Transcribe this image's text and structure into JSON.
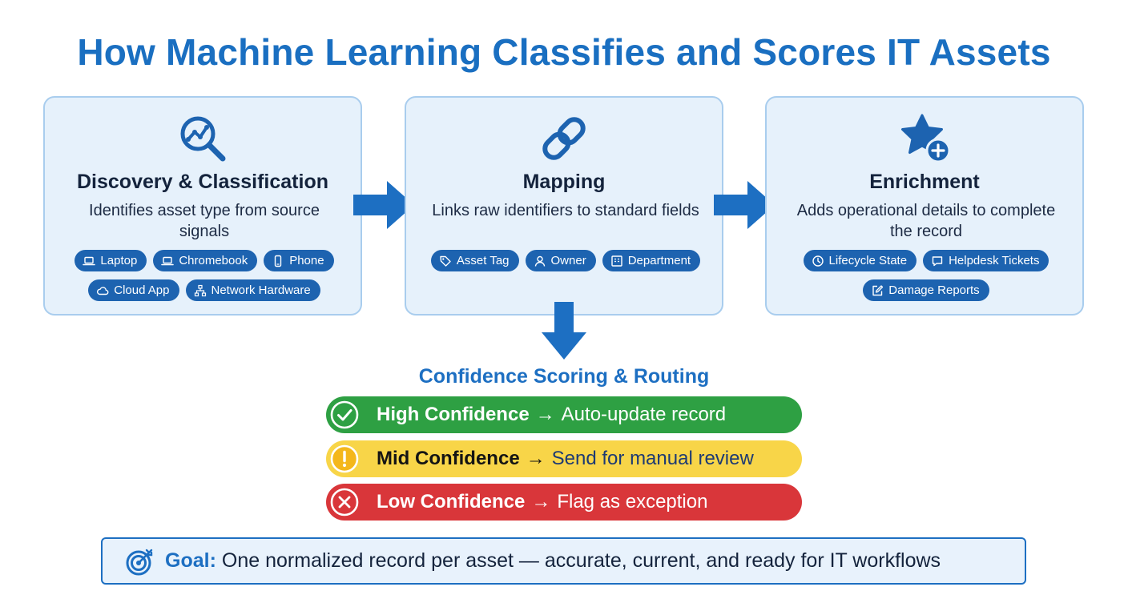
{
  "title": "How Machine Learning Classifies and Scores IT Assets",
  "colors": {
    "accent": "#1a6fc1",
    "card_bg": "#e6f1fb",
    "card_border": "#a9cdee",
    "tag_bg": "#1d63b0",
    "high": "#2ea043",
    "mid": "#f8d548",
    "low": "#d9363a"
  },
  "stages": [
    {
      "icon": "magnifier-chart-icon",
      "title": "Discovery & Classification",
      "description": "Identifies asset type from source signals",
      "tags": [
        {
          "icon": "laptop-icon",
          "label": "Laptop"
        },
        {
          "icon": "laptop-icon",
          "label": "Chromebook"
        },
        {
          "icon": "phone-icon",
          "label": "Phone"
        },
        {
          "icon": "cloud-icon",
          "label": "Cloud App"
        },
        {
          "icon": "network-icon",
          "label": "Network Hardware"
        }
      ]
    },
    {
      "icon": "link-icon",
      "title": "Mapping",
      "description": "Links raw identifiers to standard fields",
      "tags": [
        {
          "icon": "tag-icon",
          "label": "Asset Tag"
        },
        {
          "icon": "user-icon",
          "label": "Owner"
        },
        {
          "icon": "building-icon",
          "label": "Department"
        }
      ]
    },
    {
      "icon": "star-plus-icon",
      "title": "Enrichment",
      "description": "Adds operational details to complete the record",
      "tags": [
        {
          "icon": "clock-icon",
          "label": "Lifecycle State"
        },
        {
          "icon": "chat-icon",
          "label": "Helpdesk Tickets"
        },
        {
          "icon": "edit-icon",
          "label": "Damage Reports"
        }
      ]
    }
  ],
  "scoring": {
    "title": "Confidence Scoring & Routing",
    "levels": [
      {
        "icon": "check-circle-icon",
        "level": "High Confidence",
        "arrow": "→",
        "action": "Auto-update record"
      },
      {
        "icon": "warning-circle-icon",
        "level": "Mid Confidence",
        "arrow": "→",
        "action": "Send for manual review"
      },
      {
        "icon": "x-circle-icon",
        "level": "Low Confidence",
        "arrow": "→",
        "action": "Flag as exception"
      }
    ]
  },
  "goal": {
    "icon": "target-icon",
    "label": "Goal:",
    "text": "One normalized record per asset — accurate, current, and ready for IT workflows"
  }
}
